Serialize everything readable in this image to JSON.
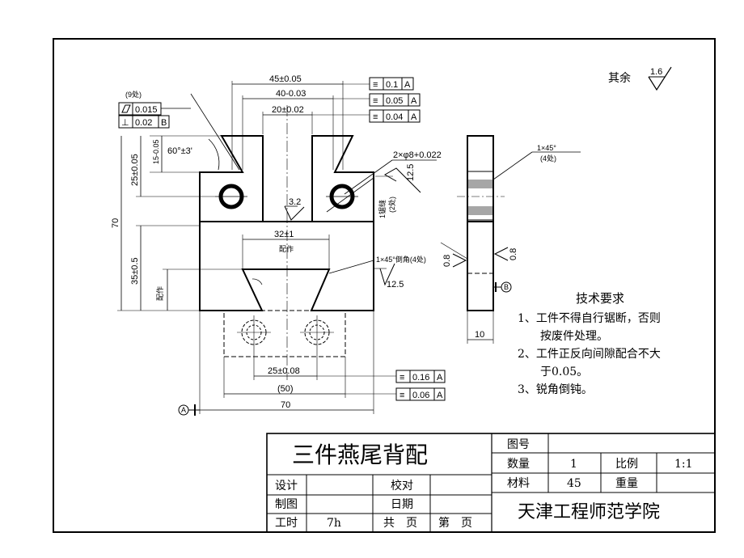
{
  "surface_note": "其余",
  "surface_value": "1.6",
  "front_view": {
    "count_note": "(9处)",
    "parallel_tol": "0.015",
    "perp_tol": "0.02",
    "perp_datum": "B",
    "dim_45": "45±0.05",
    "dim_40": "40-0.03",
    "dim_20": "20±0.02",
    "sym_1_val": "0.1",
    "sym_1_datum": "A",
    "sym_2_val": "0.05",
    "sym_2_datum": "A",
    "sym_3_val": "0.04",
    "sym_3_datum": "A",
    "angle": "60°±3'",
    "dim_15": "15-0.05",
    "dim_25": "25±0.05",
    "dim_70_v": "70",
    "hole_note": "2×φ8+0.022",
    "rough_12_5_a": "12.5",
    "rough_3_2": "3.2",
    "saw_note": "1锯缝",
    "saw_count": "(2处)",
    "dim_32": "32±1",
    "lower_label": "配作",
    "left_label": "配作",
    "dim_35": "35±0.5",
    "chamfer_note": "1×45°倒角(4处)",
    "rough_12_5_b": "12.5",
    "dim_25_b": "25±0.08",
    "sym_4_val": "0.16",
    "sym_4_datum": "A",
    "dim_50": "(50)",
    "sym_5_val": "0.06",
    "sym_5_datum": "A",
    "dim_70_h": "70",
    "datum_a": "A"
  },
  "side_view": {
    "chamfer": "1×45°",
    "chamfer_count": "(4处)",
    "rough_left": "0.8",
    "rough_right": "0.8",
    "datum_b": "B",
    "dim_10": "10"
  },
  "requirements": {
    "heading": "技术要求",
    "item1_line1": "1、工件不得自行锯断，否则",
    "item1_line2": "按废件处理。",
    "item2_line1": "2、工件正反向间隙配合不大",
    "item2_line2": "于0.05。",
    "item3": "3、锐角倒钝。"
  },
  "title_block": {
    "title": "三件燕尾背配",
    "drawing_no_label": "图号",
    "drawing_no": "",
    "qty_label": "数量",
    "qty": "1",
    "scale_label": "比例",
    "scale": "1:1",
    "material_label": "材料",
    "material": "45",
    "weight_label": "重量",
    "weight": "",
    "design_label": "设计",
    "check_label": "校对",
    "drafting_label": "制图",
    "date_label": "日期",
    "hours_label": "工时",
    "hours": "7h",
    "total_pages": "共　页",
    "page_no": "第　页",
    "school": "天津工程师范学院"
  }
}
